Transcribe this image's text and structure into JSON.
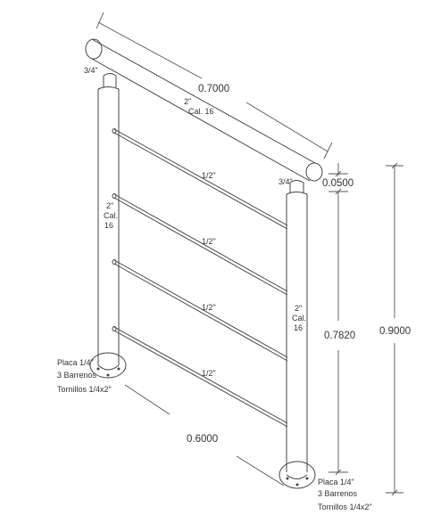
{
  "dimensions": {
    "top_rail_length": "0.7000",
    "bottom_span": "0.6000",
    "rail_offset": "0.0500",
    "post_mid_height": "0.7820",
    "total_height": "0.9000"
  },
  "rail": {
    "size": "2\"",
    "gauge": "Cal. 16",
    "cap_size": "3/4\""
  },
  "left_post": {
    "size": "2\"",
    "gauge_label": "Cal.",
    "gauge_value": "16"
  },
  "right_post": {
    "size": "2\"",
    "gauge_label": "Cal.",
    "gauge_value": "16"
  },
  "bars": [
    "1/2\"",
    "1/2\"",
    "1/2\"",
    "1/2\""
  ],
  "left_base": {
    "plate": "Placa 1/4\"",
    "holes": "3 Barrenos",
    "screws": "Tornillos 1/4x2\""
  },
  "right_base": {
    "plate": "Placa 1/4\"",
    "holes": "3 Barrenos",
    "screws": "Tornillos 1/4x2\""
  }
}
